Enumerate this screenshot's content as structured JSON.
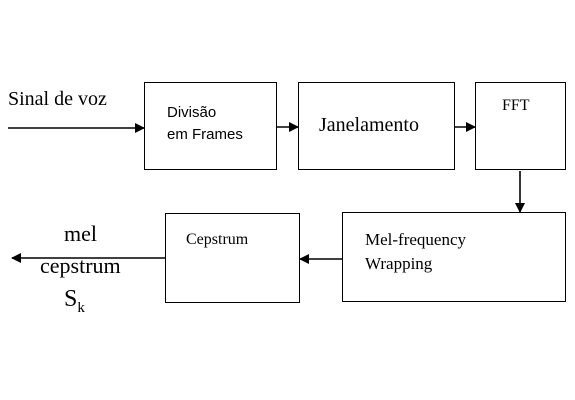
{
  "diagram": {
    "input_label": "Sinal de voz",
    "boxes": {
      "divisao": {
        "line1": "Divisão",
        "line2": "em Frames"
      },
      "janelamento": {
        "label": "Janelamento"
      },
      "fft": {
        "label": "FFT"
      },
      "melfreq": {
        "line1": "Mel-frequency",
        "line2": "Wrapping"
      },
      "cepstrum": {
        "label": "Cepstrum"
      }
    },
    "output": {
      "line1": "mel",
      "line2": "cepstrum",
      "symbol": "S",
      "subscript": "k"
    }
  }
}
